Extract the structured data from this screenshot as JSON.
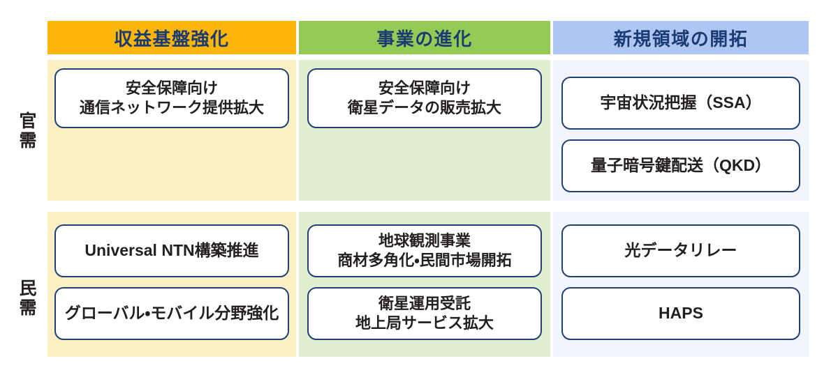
{
  "colors": {
    "header_strengthen_bg": "#FBB50B",
    "header_evolve_bg": "#93CB55",
    "header_newfield_bg": "#AFC6F2",
    "header_text": "#1b3b73",
    "panel_strengthen_bg": "#FCEFC4",
    "panel_evolve_bg": "#E0EFD0",
    "panel_newfield_bg": "#F2F5FB",
    "card_border": "#1F4178",
    "card_bg": "#FFFFFF",
    "row_label_text": "#231f20"
  },
  "columns": [
    {
      "id": "strengthen-revenue-base",
      "header": "収益基盤強化"
    },
    {
      "id": "business-evolution",
      "header": "事業の進化"
    },
    {
      "id": "new-field-development",
      "header": "新規領域の開拓"
    }
  ],
  "rows": [
    {
      "id": "government-demand",
      "label_chars": [
        "官",
        "需"
      ]
    },
    {
      "id": "private-demand",
      "label_chars": [
        "民",
        "需"
      ]
    }
  ],
  "cells": {
    "government": {
      "strengthen": [
        {
          "line1": "安全保障向け",
          "line2": "通信ネットワーク提供拡大"
        }
      ],
      "evolution": [
        {
          "line1": "安全保障向け",
          "line2": "衛星データの販売拡大"
        }
      ],
      "newfield": [
        {
          "line1": "宇宙状況把握（SSA）"
        },
        {
          "line1": "量子暗号鍵配送（QKD）"
        }
      ]
    },
    "private": {
      "strengthen": [
        {
          "line1": "Universal NTN構築推進"
        },
        {
          "line1": "グローバル・モバイル分野強化"
        }
      ],
      "evolution": [
        {
          "line1": "地球観測事業",
          "line2": "商材多角化・民間市場開拓"
        },
        {
          "line1": "衛星運用受託",
          "line2": "地上局サービス拡大"
        }
      ],
      "newfield": [
        {
          "line1": "光データリレー"
        },
        {
          "line1": "HAPS"
        }
      ]
    }
  }
}
